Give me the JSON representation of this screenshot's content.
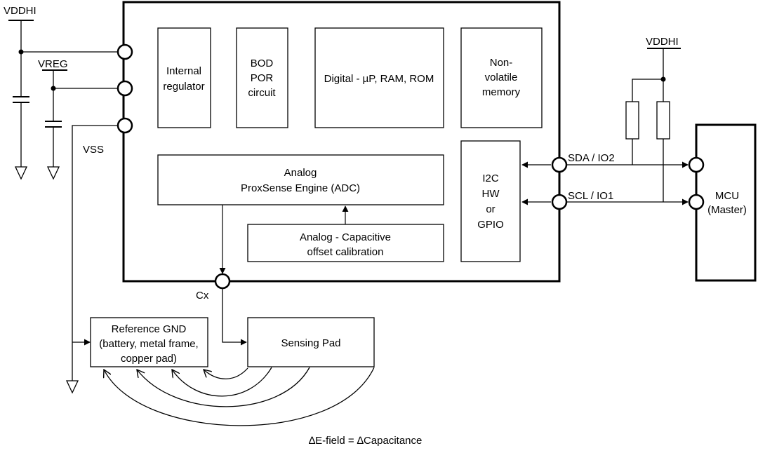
{
  "rails": {
    "vddhi_left": "VDDHI",
    "vreg": "VREG",
    "vss": "VSS",
    "vddhi_right": "VDDHI"
  },
  "blocks": {
    "regulator": [
      "Internal",
      "regulator"
    ],
    "bod": [
      "BOD",
      "POR",
      "circuit"
    ],
    "digital": [
      "Digital - µP, RAM, ROM"
    ],
    "nvm": [
      "Non-",
      "volatile",
      "memory"
    ],
    "analog_engine": [
      "Analog",
      "ProxSense Engine (ADC)"
    ],
    "offset_cal": [
      "Analog - Capacitive",
      "offset calibration"
    ],
    "i2c": [
      "I2C",
      "HW",
      "or",
      "GPIO"
    ],
    "mcu": [
      "MCU",
      "(Master)"
    ],
    "ref_gnd": [
      "Reference GND",
      "(battery, metal frame,",
      "copper pad)"
    ],
    "sensing_pad": [
      "Sensing Pad"
    ]
  },
  "pins": {
    "sda": "SDA / IO2",
    "scl": "SCL / IO1",
    "cx": "Cx"
  },
  "caption": "∆E-field = ∆Capacitance"
}
